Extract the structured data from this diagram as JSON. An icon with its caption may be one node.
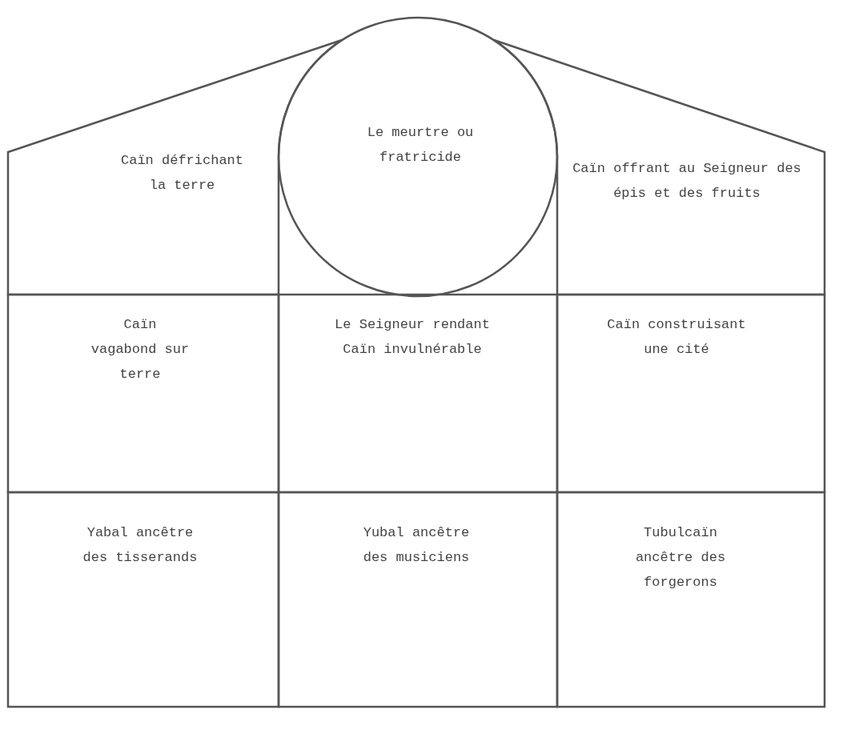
{
  "diagram": {
    "nodes": [
      {
        "text": [
          "Caïn défrichant la terre"
        ]
      },
      {
        "text": [
          "Le meurtre ou fratricide"
        ]
      },
      {
        "text": [
          "Caïn offrant au Seigneur des épis et des fruits"
        ]
      },
      {
        "text": [
          "Caïn vagabond sur terre"
        ]
      },
      {
        "text": [
          "Le Seigneur rendant Caïn invulnérable"
        ]
      },
      {
        "text": [
          "Caïn construisant une cité"
        ]
      },
      {
        "text": [
          "Yabal ancêtre des tisserands"
        ]
      },
      {
        "text": [
          "Yubal ancêtre des musiciens"
        ]
      },
      {
        "text": [
          "Tubulcaïn ancêtre des forgerons"
        ]
      }
    ]
  }
}
